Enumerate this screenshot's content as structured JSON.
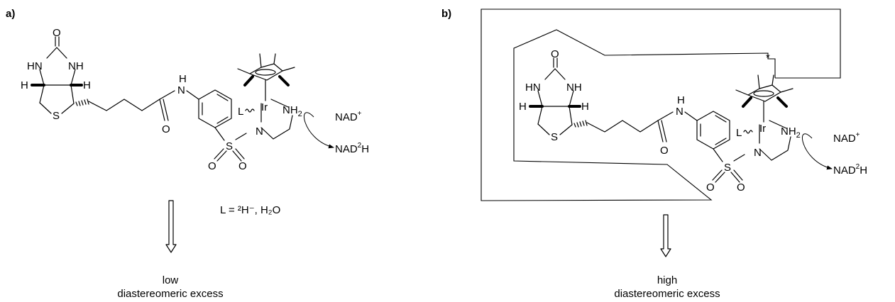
{
  "panels": [
    {
      "id": "a",
      "label": "a)",
      "ligand_note": "L = ²H⁻, H₂O",
      "reactant": "NAD",
      "reactant_sup": "+",
      "product_pre": "NAD",
      "product_sup": "2",
      "product_post": "H",
      "outcome_line1": "low",
      "outcome_line2": "diastereomeric excess"
    },
    {
      "id": "b",
      "label": "b)",
      "reactant": "NAD",
      "reactant_sup": "+",
      "product_pre": "NAD",
      "product_sup": "2",
      "product_post": "H",
      "outcome_line1": "high",
      "outcome_line2": "diastereomeric excess",
      "mutation_mark": "*"
    }
  ],
  "atoms": {
    "carbonyl_o": "O",
    "urea_n_left": "HN",
    "urea_n_right": "NH",
    "h_left": "H",
    "h_right": "H",
    "sulfur": "S",
    "amide_n": "N",
    "amide_h": "H",
    "amide_o": "O",
    "sulfonyl_s": "S",
    "sulfonyl_o": "O",
    "metal": "Ir",
    "ligand": "L",
    "sulfonamide_n": "N",
    "amine_pre": "NH",
    "amine_sub": "2"
  }
}
